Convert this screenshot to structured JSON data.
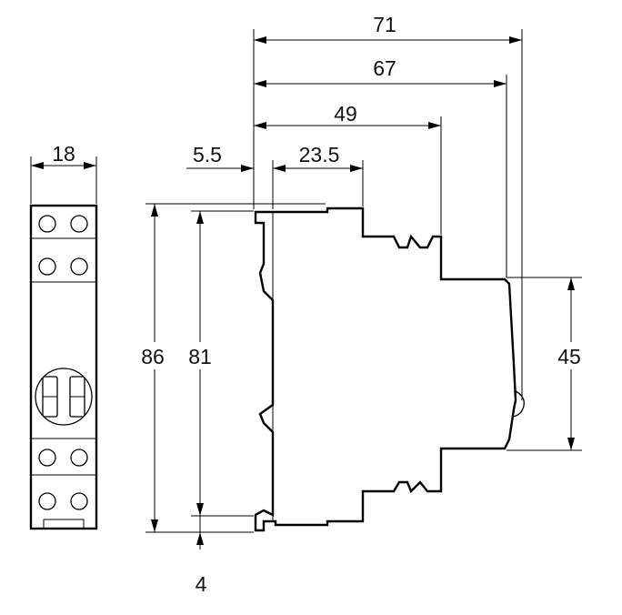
{
  "drawing": {
    "dimensions": {
      "module_width": "18",
      "depth_overall": "71",
      "depth_front": "67",
      "depth_step": "49",
      "rail_offset": "5.5",
      "rail_clip": "23.5",
      "height_overall": "86",
      "height_body": "81",
      "rail_gap": "4",
      "front_height": "45"
    }
  }
}
